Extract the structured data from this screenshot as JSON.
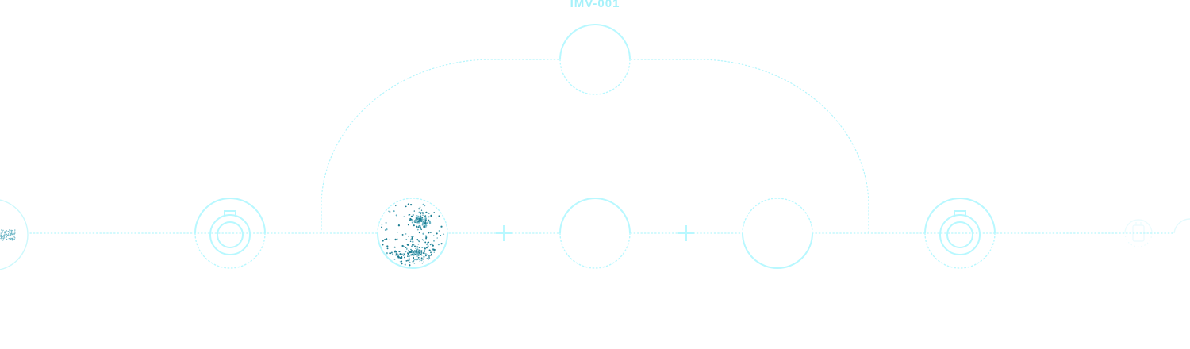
{
  "diagram": {
    "top_label": "IMV-001"
  },
  "colors": {
    "line": "#a8f4fb",
    "ring": "#b8f8ff",
    "label": "#a6f1fa",
    "particles": "#1f7f94",
    "particles_light": "#6bb4c4"
  },
  "nodes": [
    {
      "name": "edge-node-left",
      "icon": "particle-swirl-icon"
    },
    {
      "name": "key-node-left",
      "icon": "lock-ring-icon"
    },
    {
      "name": "particle-node",
      "icon": "particle-swirl-icon"
    },
    {
      "name": "empty-node-center",
      "icon": ""
    },
    {
      "name": "empty-node-right",
      "icon": ""
    },
    {
      "name": "key-node-right",
      "icon": "lock-ring-icon"
    },
    {
      "name": "edge-node-right",
      "icon": "tank-icon"
    },
    {
      "name": "edge-node-far-right",
      "icon": ""
    },
    {
      "name": "top-node",
      "icon": ""
    }
  ],
  "connectors": [
    "plus-icon",
    "plus-icon"
  ]
}
